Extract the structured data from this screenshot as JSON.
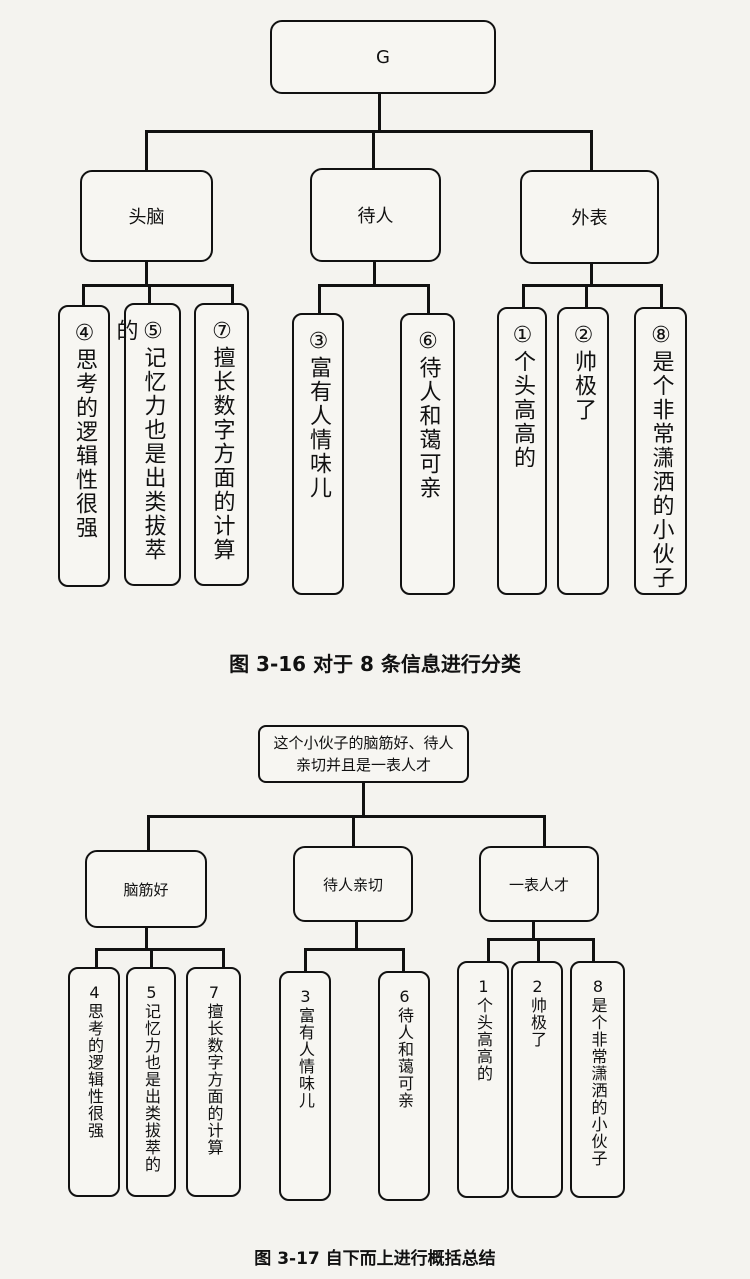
{
  "figure1": {
    "root": "G",
    "groups": [
      {
        "label": "头脑",
        "items": [
          "④思考的逻辑性很强",
          "⑤记忆力也是出类拔萃的",
          "⑦擅长数字方面的计算"
        ]
      },
      {
        "label": "待人",
        "items": [
          "③富有人情味儿",
          "⑥待人和蔼可亲"
        ]
      },
      {
        "label": "外表",
        "items": [
          "①个头高高的",
          "②帅极了",
          "⑧是个非常潇洒的小伙子"
        ]
      }
    ],
    "caption": "图 3-16    对于 8 条信息进行分类"
  },
  "figure2": {
    "root": "这个小伙子的脑筋好、待人亲切并且是一表人才",
    "groups": [
      {
        "label": "脑筋好",
        "items": [
          "4思考的逻辑性很强",
          "5记忆力也是出类拔萃的",
          "7擅长数字方面的计算"
        ]
      },
      {
        "label": "待人亲切",
        "items": [
          "3富有人情味儿",
          "6待人和蔼可亲"
        ]
      },
      {
        "label": "一表人才",
        "items": [
          "1个头高高的",
          "2帅极了",
          "8是个非常潇洒的小伙子"
        ]
      }
    ],
    "caption": "图 3-17    自下而上进行概括总结"
  }
}
